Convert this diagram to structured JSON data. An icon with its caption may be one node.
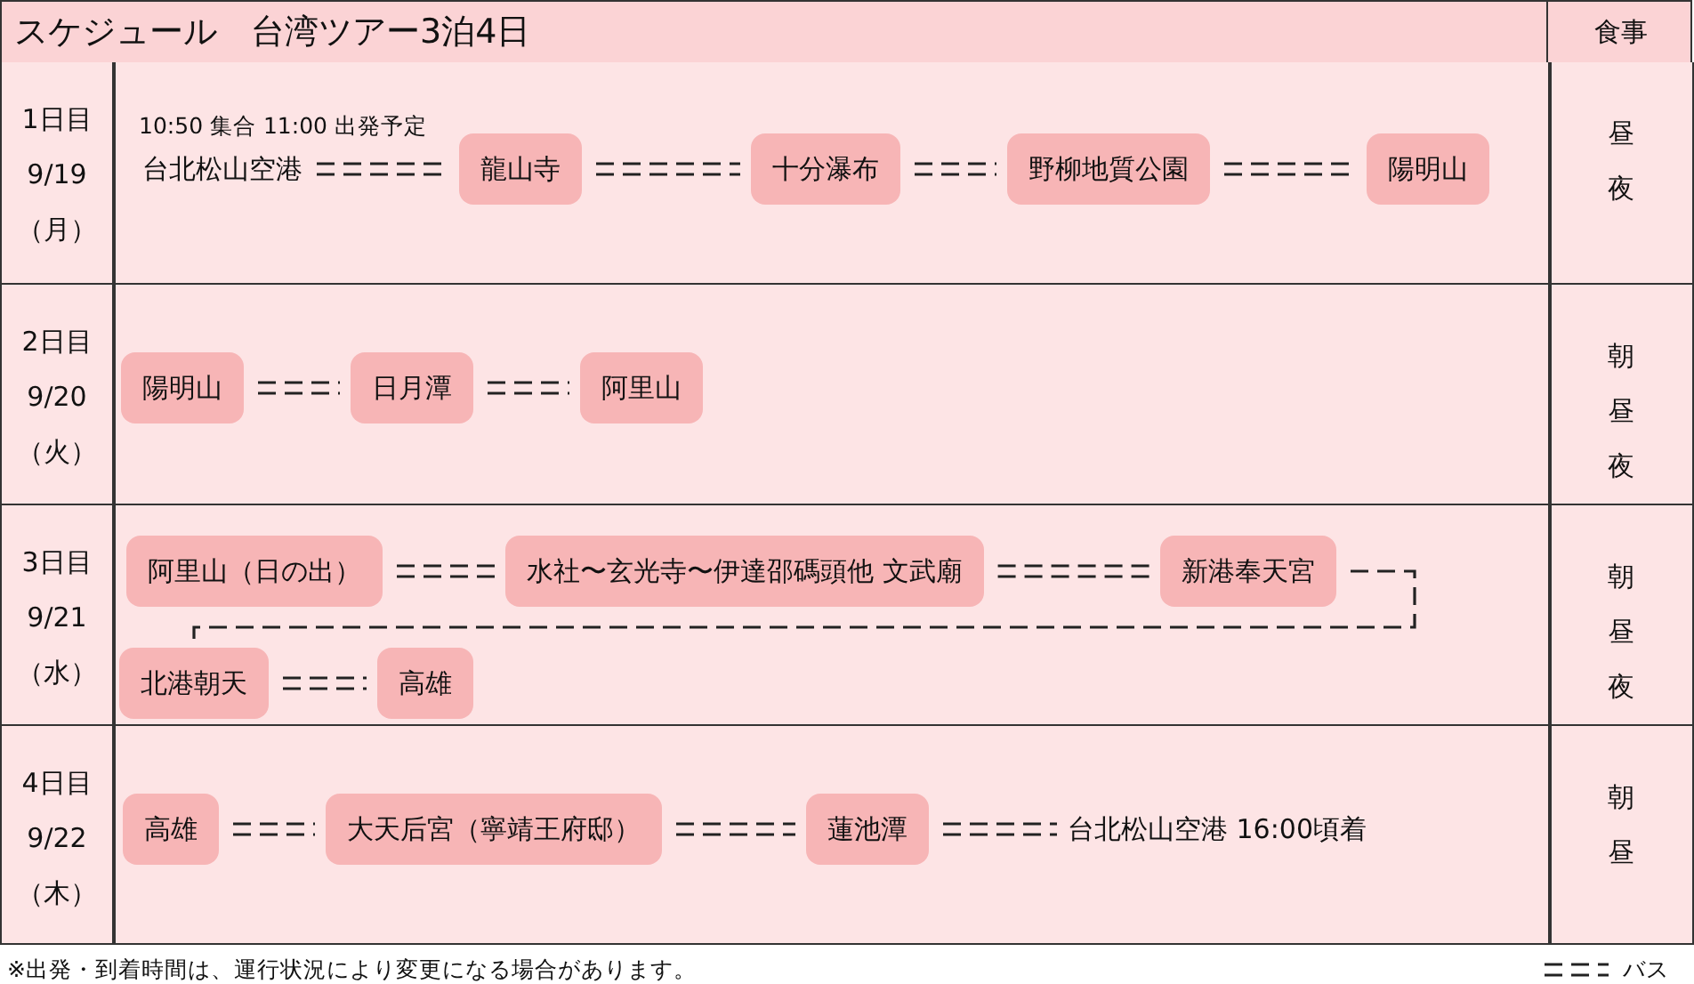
{
  "diagram": {
    "title": "スケジュール　台湾ツアー3泊4日",
    "nodes": [
      {
        "text": [
          "台北松山空港"
        ],
        "beside": [
          "10:50 集合 11:00 出発予定"
        ]
      },
      {
        "text": [
          "龍山寺"
        ]
      },
      {
        "text": [
          "十分瀑布"
        ]
      },
      {
        "text": [
          "野柳地質公園"
        ]
      },
      {
        "text": [
          "陽明山"
        ]
      },
      {
        "text": [
          "陽明山"
        ]
      },
      {
        "text": [
          "日月潭"
        ]
      },
      {
        "text": [
          "阿里山"
        ]
      },
      {
        "text": [
          "阿里山（日の出）"
        ]
      },
      {
        "text": [
          "水社〜玄光寺〜伊達邵碼頭他 文武廟"
        ]
      },
      {
        "text": [
          "新港奉天宮"
        ]
      },
      {
        "text": [
          "北港朝天"
        ]
      },
      {
        "text": [
          "高雄"
        ]
      },
      {
        "text": [
          "高雄"
        ]
      },
      {
        "text": [
          "大天后宮（寧靖王府邸）"
        ]
      },
      {
        "text": [
          "蓮池潭"
        ]
      },
      {
        "text": [
          "台北松山空港 16:00頃着"
        ]
      }
    ],
    "edges": [
      {
        "from": 0,
        "to": 1,
        "arrow": "none"
      },
      {
        "from": 1,
        "to": 2,
        "arrow": "none"
      },
      {
        "from": 2,
        "to": 3,
        "arrow": "none"
      },
      {
        "from": 3,
        "to": 4,
        "arrow": "none"
      },
      {
        "from": 5,
        "to": 6,
        "arrow": "none"
      },
      {
        "from": 6,
        "to": 7,
        "arrow": "none"
      },
      {
        "from": 8,
        "to": 9,
        "arrow": "none"
      },
      {
        "from": 9,
        "to": 10,
        "arrow": "none"
      },
      {
        "from": 10,
        "to": 11,
        "arrow": "none"
      },
      {
        "from": 11,
        "to": 12,
        "arrow": "none"
      },
      {
        "from": 13,
        "to": 14,
        "arrow": "none"
      },
      {
        "from": 14,
        "to": 15,
        "arrow": "none"
      },
      {
        "from": 15,
        "to": 16,
        "arrow": "none"
      }
    ],
    "labels": [
      "食事",
      "1日目",
      "9/19",
      "（月）",
      "昼",
      "夜",
      "2日目",
      "9/20",
      "（火）",
      "朝",
      "昼",
      "夜",
      "3日目",
      "9/21",
      "（水）",
      "朝",
      "昼",
      "夜",
      "4日目",
      "9/22",
      "（木）",
      "朝",
      "昼",
      "※出発・到着時間は、運行状況により変更になる場合があります。"
    ],
    "legend": [
      {
        "text": "バス"
      }
    ]
  }
}
